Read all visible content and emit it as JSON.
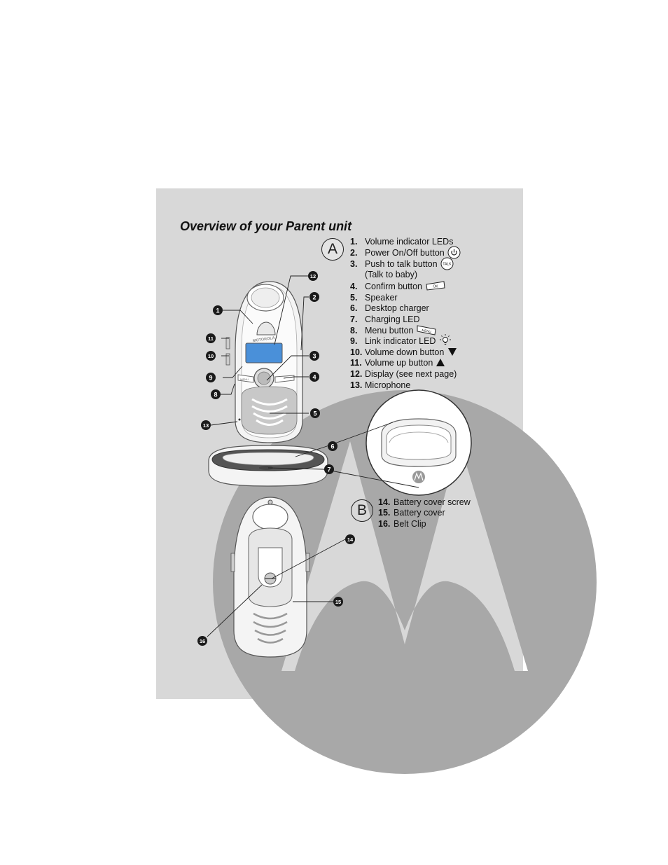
{
  "page": {
    "title": "Overview of your Parent unit"
  },
  "section_a": {
    "label": "A",
    "items": [
      {
        "num": "1.",
        "text": "Volume indicator LEDs"
      },
      {
        "num": "2.",
        "text": "Power On/Off button"
      },
      {
        "num": "3.",
        "text": "Push to talk button"
      },
      {
        "num": "",
        "text": "(Talk to baby)"
      },
      {
        "num": "4.",
        "text": "Confirm button"
      },
      {
        "num": "5.",
        "text": "Speaker"
      },
      {
        "num": "6.",
        "text": "Desktop charger"
      },
      {
        "num": "7.",
        "text": "Charging LED"
      },
      {
        "num": "8.",
        "text": "Menu button"
      },
      {
        "num": "9.",
        "text": "Link indicator LED"
      },
      {
        "num": "10.",
        "text": "Volume down button"
      },
      {
        "num": "11.",
        "text": "Volume up button"
      },
      {
        "num": "12.",
        "text": "Display (see next page)"
      },
      {
        "num": "13.",
        "text": "Microphone"
      }
    ]
  },
  "section_b": {
    "label": "B",
    "items": [
      {
        "num": "14.",
        "text": "Battery cover screw"
      },
      {
        "num": "15.",
        "text": "Battery cover"
      },
      {
        "num": "16.",
        "text": "Belt Clip"
      }
    ]
  },
  "icons": {
    "power": "power-icon",
    "talk": "talk-key-icon",
    "talk_text": "TALK",
    "ok": "ok-key-icon",
    "ok_text": "OK",
    "menu": "menu-key-icon",
    "menu_text": "MENU",
    "link_led": "light-bulb-icon",
    "vol_down": "triangle-down-icon",
    "vol_up": "triangle-up-icon"
  },
  "device_text": {
    "brand": "MOTOROLA",
    "menu_key": "MENU"
  },
  "callouts": [
    "1",
    "2",
    "3",
    "4",
    "5",
    "6",
    "7",
    "8",
    "9",
    "10",
    "11",
    "12",
    "13",
    "14",
    "15",
    "16"
  ],
  "colors": {
    "panel": "#d8d8d8",
    "logo": "#a8a8a8",
    "display": "#4a90d9",
    "callout": "#1a1a1a"
  }
}
